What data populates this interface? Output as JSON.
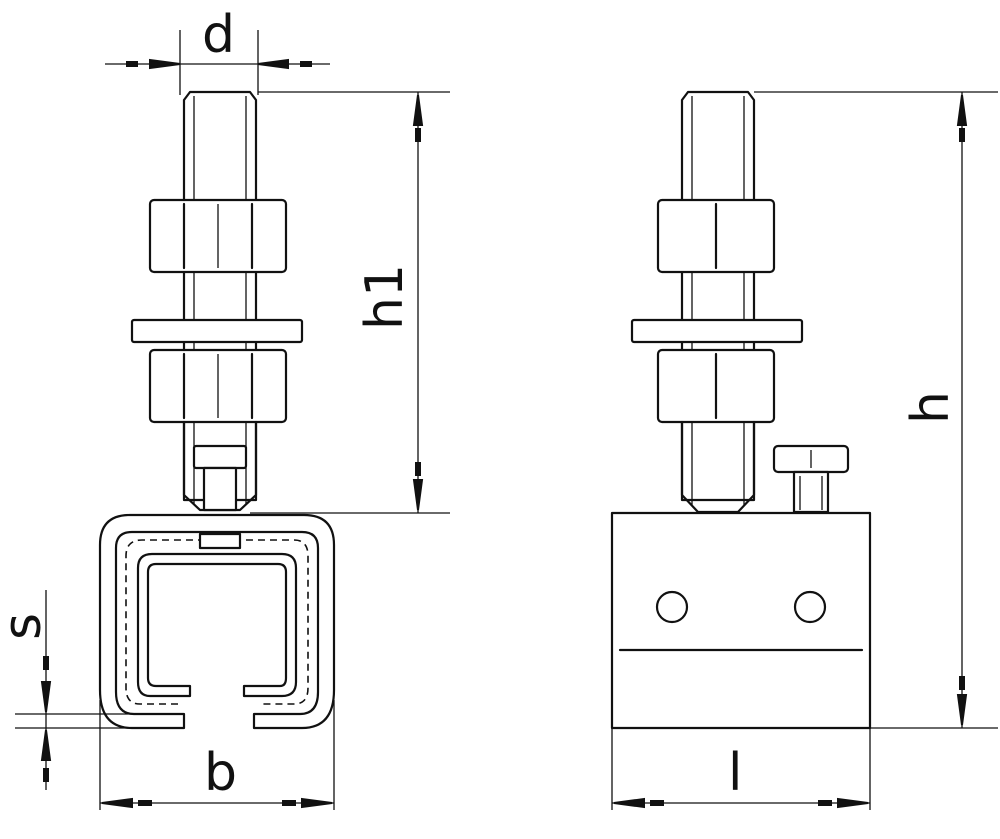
{
  "diagram": {
    "labels": {
      "d": "d",
      "h1": "h1",
      "h": "h",
      "s": "s",
      "b": "b",
      "l": "l"
    }
  }
}
